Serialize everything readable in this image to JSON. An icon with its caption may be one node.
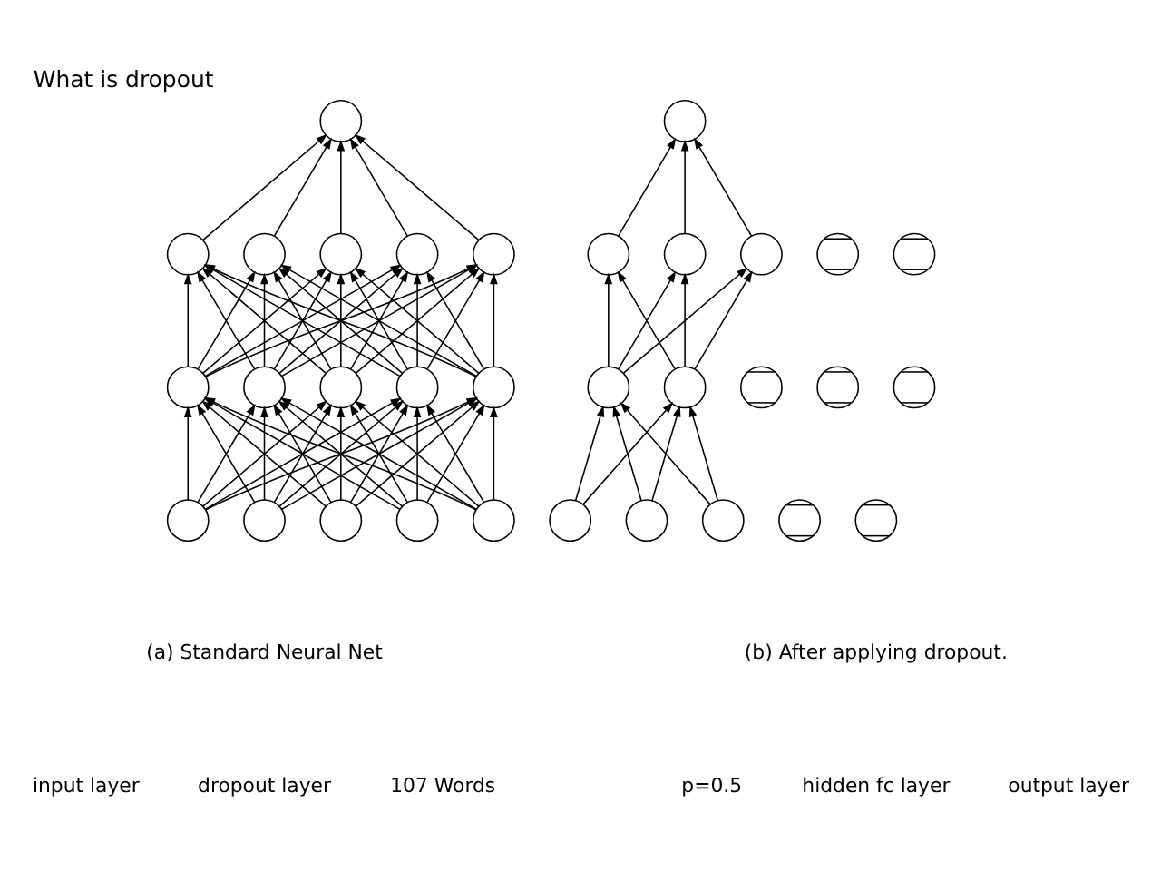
{
  "diagram": {
    "title": "What is dropout",
    "nodes": [
      {
        "text": [],
        "shape": "circle"
      },
      {
        "text": [],
        "shape": "circle"
      },
      {
        "text": [],
        "shape": "circle"
      },
      {
        "text": [],
        "shape": "circle"
      },
      {
        "text": [],
        "shape": "circle"
      },
      {
        "text": [],
        "shape": "circle"
      },
      {
        "text": [],
        "shape": "circle"
      },
      {
        "text": [],
        "shape": "circle"
      },
      {
        "text": [],
        "shape": "circle"
      },
      {
        "text": [],
        "shape": "circle"
      },
      {
        "text": [],
        "shape": "circle"
      },
      {
        "text": [],
        "shape": "circle"
      },
      {
        "text": [],
        "shape": "circle"
      },
      {
        "text": [],
        "shape": "circle"
      },
      {
        "text": [],
        "shape": "circle"
      },
      {
        "text": [],
        "shape": "circle"
      },
      {
        "text": [],
        "shape": "circle"
      },
      {
        "text": [],
        "shape": "circle"
      },
      {
        "text": [],
        "shape": "cross"
      },
      {
        "text": [],
        "shape": "circle"
      },
      {
        "text": [],
        "shape": "cross"
      },
      {
        "text": [],
        "shape": "circle"
      },
      {
        "text": [],
        "shape": "cross"
      },
      {
        "text": [],
        "shape": "circle"
      },
      {
        "text": [],
        "shape": "cross"
      },
      {
        "text": [],
        "shape": "cross"
      },
      {
        "text": [],
        "shape": "circle"
      },
      {
        "text": [],
        "shape": "circle"
      },
      {
        "text": [],
        "shape": "cross"
      },
      {
        "text": [],
        "shape": "cross"
      },
      {
        "text": [],
        "shape": "circle"
      },
      {
        "text": [],
        "shape": "circle"
      }
    ],
    "edges": [
      {
        "from": 11,
        "to": 6,
        "arrow": "to"
      },
      {
        "from": 11,
        "to": 7,
        "arrow": "to"
      },
      {
        "from": 11,
        "to": 8,
        "arrow": "to"
      },
      {
        "from": 11,
        "to": 9,
        "arrow": "to"
      },
      {
        "from": 11,
        "to": 10,
        "arrow": "to"
      },
      {
        "from": 12,
        "to": 6,
        "arrow": "to"
      },
      {
        "from": 12,
        "to": 7,
        "arrow": "to"
      },
      {
        "from": 12,
        "to": 8,
        "arrow": "to"
      },
      {
        "from": 12,
        "to": 9,
        "arrow": "to"
      },
      {
        "from": 12,
        "to": 10,
        "arrow": "to"
      },
      {
        "from": 13,
        "to": 6,
        "arrow": "to"
      },
      {
        "from": 13,
        "to": 7,
        "arrow": "to"
      },
      {
        "from": 13,
        "to": 8,
        "arrow": "to"
      },
      {
        "from": 13,
        "to": 9,
        "arrow": "to"
      },
      {
        "from": 13,
        "to": 10,
        "arrow": "to"
      },
      {
        "from": 14,
        "to": 6,
        "arrow": "to"
      },
      {
        "from": 14,
        "to": 7,
        "arrow": "to"
      },
      {
        "from": 14,
        "to": 8,
        "arrow": "to"
      },
      {
        "from": 14,
        "to": 9,
        "arrow": "to"
      },
      {
        "from": 14,
        "to": 10,
        "arrow": "to"
      },
      {
        "from": 15,
        "to": 6,
        "arrow": "to"
      },
      {
        "from": 15,
        "to": 7,
        "arrow": "to"
      },
      {
        "from": 15,
        "to": 8,
        "arrow": "to"
      },
      {
        "from": 15,
        "to": 9,
        "arrow": "to"
      },
      {
        "from": 15,
        "to": 10,
        "arrow": "to"
      },
      {
        "from": 6,
        "to": 1,
        "arrow": "to"
      },
      {
        "from": 6,
        "to": 2,
        "arrow": "to"
      },
      {
        "from": 6,
        "to": 3,
        "arrow": "to"
      },
      {
        "from": 6,
        "to": 4,
        "arrow": "to"
      },
      {
        "from": 6,
        "to": 5,
        "arrow": "to"
      },
      {
        "from": 7,
        "to": 1,
        "arrow": "to"
      },
      {
        "from": 7,
        "to": 2,
        "arrow": "to"
      },
      {
        "from": 7,
        "to": 3,
        "arrow": "to"
      },
      {
        "from": 7,
        "to": 4,
        "arrow": "to"
      },
      {
        "from": 7,
        "to": 5,
        "arrow": "to"
      },
      {
        "from": 8,
        "to": 1,
        "arrow": "to"
      },
      {
        "from": 8,
        "to": 2,
        "arrow": "to"
      },
      {
        "from": 8,
        "to": 3,
        "arrow": "to"
      },
      {
        "from": 8,
        "to": 4,
        "arrow": "to"
      },
      {
        "from": 8,
        "to": 5,
        "arrow": "to"
      },
      {
        "from": 9,
        "to": 1,
        "arrow": "to"
      },
      {
        "from": 9,
        "to": 2,
        "arrow": "to"
      },
      {
        "from": 9,
        "to": 3,
        "arrow": "to"
      },
      {
        "from": 9,
        "to": 4,
        "arrow": "to"
      },
      {
        "from": 9,
        "to": 5,
        "arrow": "to"
      },
      {
        "from": 10,
        "to": 1,
        "arrow": "to"
      },
      {
        "from": 10,
        "to": 2,
        "arrow": "to"
      },
      {
        "from": 10,
        "to": 3,
        "arrow": "to"
      },
      {
        "from": 10,
        "to": 4,
        "arrow": "to"
      },
      {
        "from": 10,
        "to": 5,
        "arrow": "to"
      },
      {
        "from": 1,
        "to": 0,
        "arrow": "to"
      },
      {
        "from": 2,
        "to": 0,
        "arrow": "to"
      },
      {
        "from": 3,
        "to": 0,
        "arrow": "to"
      },
      {
        "from": 4,
        "to": 0,
        "arrow": "to"
      },
      {
        "from": 5,
        "to": 0,
        "arrow": "to"
      },
      {
        "from": 27,
        "to": 23,
        "arrow": "to"
      },
      {
        "from": 27,
        "to": 26,
        "arrow": "to"
      },
      {
        "from": 30,
        "to": 23,
        "arrow": "to"
      },
      {
        "from": 30,
        "to": 26,
        "arrow": "to"
      },
      {
        "from": 31,
        "to": 23,
        "arrow": "to"
      },
      {
        "from": 31,
        "to": 26,
        "arrow": "to"
      },
      {
        "from": 23,
        "to": 17,
        "arrow": "to"
      },
      {
        "from": 23,
        "to": 19,
        "arrow": "to"
      },
      {
        "from": 23,
        "to": 21,
        "arrow": "to"
      },
      {
        "from": 26,
        "to": 17,
        "arrow": "to"
      },
      {
        "from": 26,
        "to": 19,
        "arrow": "to"
      },
      {
        "from": 26,
        "to": 21,
        "arrow": "to"
      },
      {
        "from": 17,
        "to": 16,
        "arrow": "to"
      },
      {
        "from": 19,
        "to": 16,
        "arrow": "to"
      },
      {
        "from": 21,
        "to": 16,
        "arrow": "to"
      }
    ],
    "labels": [
      "(a) Standard Neural Net",
      "(b) After applying dropout.",
      "p=0.5",
      "input layer",
      "hidden fc layer",
      "dropout layer",
      "output layer",
      "107 Words"
    ]
  }
}
